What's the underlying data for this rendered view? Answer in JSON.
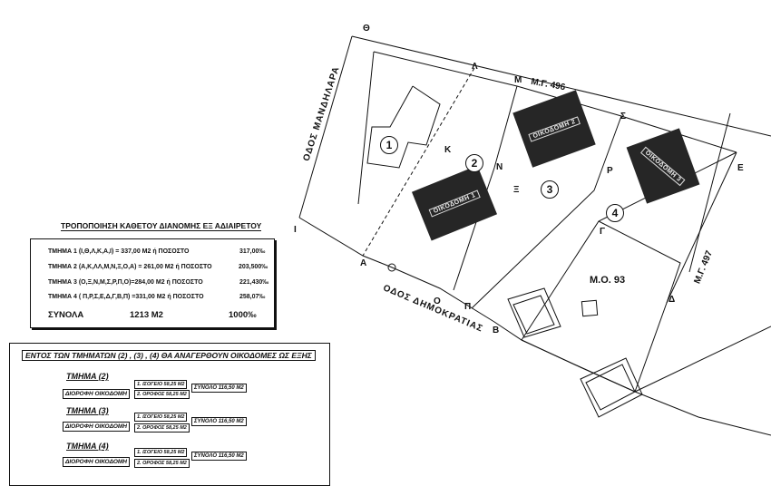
{
  "points": {
    "theta": "Θ",
    "lambda": "Λ",
    "mu": "Μ",
    "sigma": "Σ",
    "kappa": "Κ",
    "nu": "Ν",
    "xi": "Ξ",
    "rho": "Ρ",
    "epsilon": "Ε",
    "gamma": "Γ",
    "iota": "Ι",
    "alpha": "Α",
    "omicron": "Ο",
    "pi": "Π",
    "beta": "Β",
    "delta": "Δ"
  },
  "parcels": {
    "mg_496": "Μ.Γ. 496",
    "mg_497": "Μ.Γ. 497",
    "mo_93": "Μ.Ο. 93"
  },
  "streets": {
    "mandilara": "ΟΔΟΣ ΜΑΝΔΗΛΑΡΑ",
    "dimokratias": "ΟΔΟΣ ΔΗΜΟΚΡΑΤΙΑΣ"
  },
  "plot_numbers": [
    "1",
    "2",
    "3",
    "4"
  ],
  "building_label": "ΟΙΚΟΔΟΜΗ",
  "building_labels": [
    "ΟΙΚΟΔΟΜΗ 1",
    "ΟΙΚΟΔΟΜΗ 2",
    "ΟΙΚΟΔΟΜΗ 3"
  ],
  "division_table": {
    "title": "ΤΡΟΠΟΠΟΙΗΣΗ ΚΑΘΕΤΟΥ ΔΙΑΝΟΜΗΣ ΕΞ ΑΔΙΑΙΡΕΤΟΥ",
    "rows": [
      {
        "text": "ΤΜΗΜΑ 1 (Ι,Θ,Λ,Κ,Α,Ι) = 337,00 Μ2  ή ΠΟΣΟΣΤΟ",
        "value": "317,00‰"
      },
      {
        "text": "ΤΜΗΜΑ 2 (Α,Κ,ΛΛ,Μ,Ν,Ξ,Ο,Α) = 261,00 Μ2  ή ΠΟΣΟΣΤΟ",
        "value": "203,500‰"
      },
      {
        "text": "ΤΜΗΜΑ 3 (Ο,Ξ,Ν,Μ,Σ,Ρ,Π,Ο)=284,00 Μ2  ή ΠΟΣΟΣΤΟ",
        "value": "221,430‰"
      },
      {
        "text": "ΤΜΗΜΑ 4 ( Π,Ρ,Σ,Ε,Δ,Γ,Β,Π) =331,00 Μ2  ή ΠΟΣΟΣΤΟ",
        "value": "258,07‰"
      }
    ],
    "total_label": "ΣΥΝΟΛΑ",
    "total_area": "1213 Μ2",
    "total_value": "1000‰"
  },
  "construction_table": {
    "title": "ΕΝΤΟΣ ΤΩΝ ΤΜΗΜΑΤΩΝ (2) , (3) , (4) ΘΑ ΑΝΑΓΕΡΘΟΥΝ ΟΙΚΟΔΟΜΕΣ ΩΣ ΕΞΗΣ",
    "sections": [
      {
        "name": "ΤΜΗΜΑ (2)",
        "type": "ΔΙΟΡΟΦΗ ΟΙΚΟΔΟΜΗ",
        "floor1": "1. ΙΣΟΓΕΙΟ  58,25 Μ2",
        "floor2": "2. ΟΡΟΦΟΣ  58,25 Μ2",
        "total": "ΣΥΝΟΛΟ 116,50 Μ2"
      },
      {
        "name": "ΤΜΗΜΑ (3)",
        "type": "ΔΙΟΡΟΦΗ ΟΙΚΟΔΟΜΗ",
        "floor1": "1. ΙΣΟΓΕΙΟ  58,25 Μ2",
        "floor2": "2. ΟΡΟΦΟΣ  58,25 Μ2",
        "total": "ΣΥΝΟΛΟ 116,50 Μ2"
      },
      {
        "name": "ΤΜΗΜΑ (4)",
        "type": "ΔΙΟΡΟΦΗ ΟΙΚΟΔΟΜΗ",
        "floor1": "1. ΙΣΟΓΕΙΟ  58,25 Μ2",
        "floor2": "2. ΟΡΟΦΟΣ  58,25 Μ2",
        "total": "ΣΥΝΟΛΟ 116,50 Μ2"
      }
    ]
  }
}
